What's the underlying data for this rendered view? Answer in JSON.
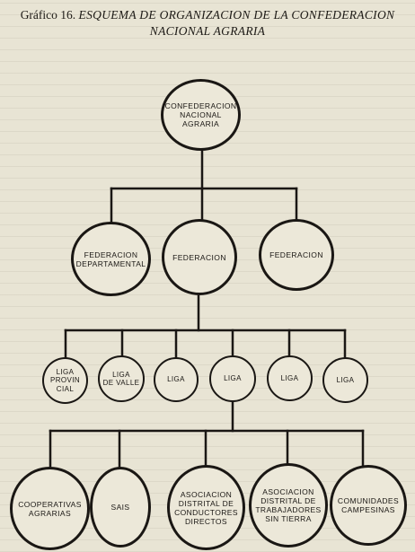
{
  "header": {
    "title_lead": "Gráfico 16.",
    "title_rest": "ESQUEMA DE ORGANIZACION DE LA CONFEDERACION",
    "title_line2": "NACIONAL AGRARIA"
  },
  "nodes": {
    "confederacion": "CONFEDERACION\nNACIONAL\nAGRARIA",
    "federacion_departamental": "FEDERACION\nDEPARTAMENTAL",
    "federacion_1": "FEDERACION",
    "federacion_2": "FEDERACION",
    "liga_provincial": "LIGA\nPROVIN\nCIAL",
    "liga_de_valle": "LIGA\nDE VALLE",
    "liga_1": "LIGA",
    "liga_2": "LIGA",
    "liga_3": "LIGA",
    "liga_4": "LIGA",
    "cooperativas": "COOPERATIVAS\nAGRARIAS",
    "sais": "SAIS",
    "asociacion_conductores": "ASOCIACION\nDISTRITAL DE\nCONDUCTORES\nDIRECTOS",
    "asociacion_trabajadores": "ASOCIACION\nDISTRITAL DE\nTRABAJADORES\nSIN TIERRA",
    "comunidades": "COMUNIDADES\nCAMPESINAS"
  }
}
